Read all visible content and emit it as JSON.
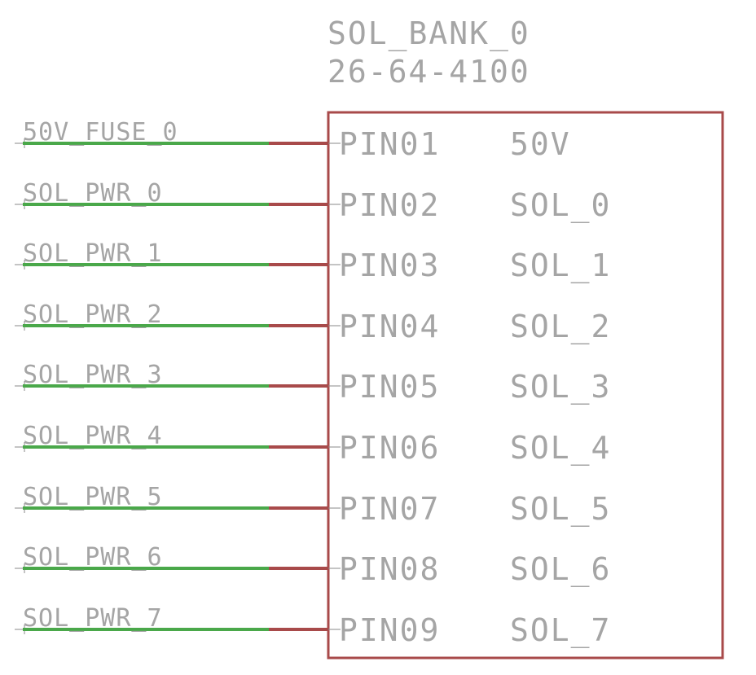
{
  "component": {
    "name": "SOL_BANK_0",
    "value": "26-64-4100",
    "pins": [
      {
        "number": "PIN01",
        "function": "50V",
        "net": "50V_FUSE_0"
      },
      {
        "number": "PIN02",
        "function": "SOL_0",
        "net": "SOL_PWR_0"
      },
      {
        "number": "PIN03",
        "function": "SOL_1",
        "net": "SOL_PWR_1"
      },
      {
        "number": "PIN04",
        "function": "SOL_2",
        "net": "SOL_PWR_2"
      },
      {
        "number": "PIN05",
        "function": "SOL_3",
        "net": "SOL_PWR_3"
      },
      {
        "number": "PIN06",
        "function": "SOL_4",
        "net": "SOL_PWR_4"
      },
      {
        "number": "PIN07",
        "function": "SOL_5",
        "net": "SOL_PWR_5"
      },
      {
        "number": "PIN08",
        "function": "SOL_6",
        "net": "SOL_PWR_6"
      },
      {
        "number": "PIN09",
        "function": "SOL_7",
        "net": "SOL_PWR_7"
      }
    ]
  },
  "colors": {
    "body_outline": "#a84a4a",
    "pin_lead": "#a84a4a",
    "net_wire": "#4aa84a",
    "text": "#a5a5a5",
    "tick": "#8a8a8a"
  }
}
